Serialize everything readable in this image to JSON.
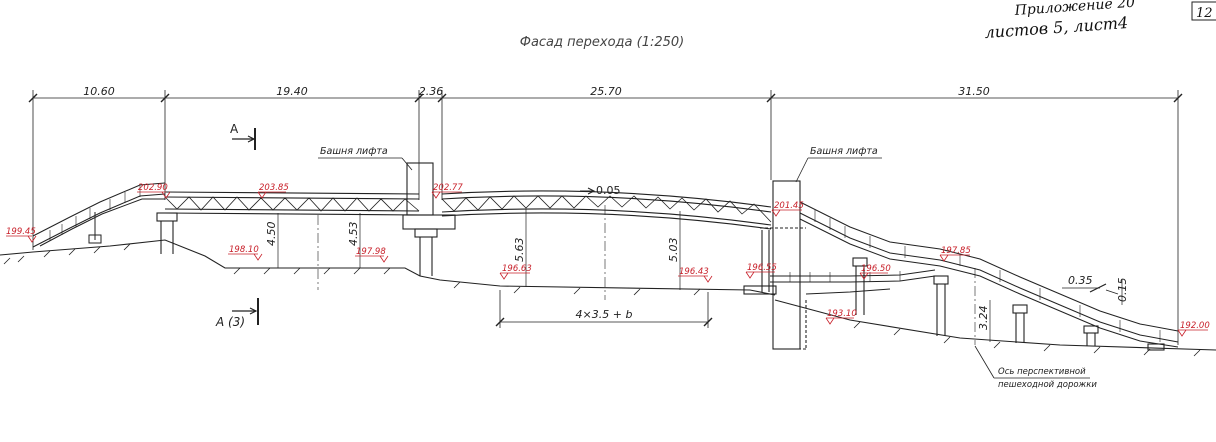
{
  "sheet": {
    "title": "Фасад перехода (1:250)",
    "appendix": "Приложение 20",
    "sheets": "листов 5, лист4",
    "corner": "12"
  },
  "dimensions_top": [
    "10.60",
    "19.40",
    "2.36",
    "25.70",
    "31.50"
  ],
  "labels": {
    "tower_left": "Башня лифта",
    "tower_right": "Башня лифта",
    "section_a_top": "А",
    "section_a_bottom": "А (3)",
    "slope": "0.05",
    "span_formula": "4×3.5 + b",
    "axis_note_line1": "Ось перспективной",
    "axis_note_line2": "пешеходной дорожки"
  },
  "elevations": [
    "199.45",
    "202.90",
    "203.85",
    "202.77",
    "201.45",
    "198.10",
    "197.98",
    "196.63",
    "196.43",
    "196.55",
    "196.50",
    "197.85",
    "192.00",
    "193.10"
  ],
  "vertical_dims": [
    "4.50",
    "4.53",
    "5.63",
    "5.03",
    "3.24",
    "0.15"
  ],
  "small_dims": [
    "0.35"
  ],
  "colors": {
    "ink": "#222222",
    "elevation": "#c8202a",
    "paper": "#ffffff"
  }
}
